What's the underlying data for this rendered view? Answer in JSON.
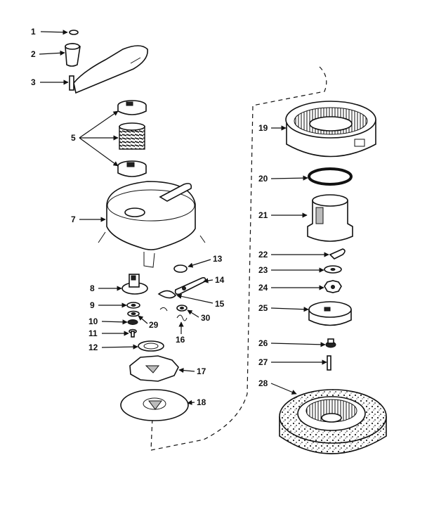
{
  "callouts": {
    "c1": "1",
    "c2": "2",
    "c3": "3",
    "c5": "5",
    "c7": "7",
    "c8": "8",
    "c9": "9",
    "c10": "10",
    "c11": "11",
    "c12": "12",
    "c13": "13",
    "c14": "14",
    "c15": "15",
    "c16": "16",
    "c17": "17",
    "c18": "18",
    "c19": "19",
    "c20": "20",
    "c21": "21",
    "c22": "22",
    "c23": "23",
    "c24": "24",
    "c25": "25",
    "c26": "26",
    "c27": "27",
    "c28": "28",
    "c29": "29",
    "c30": "30"
  }
}
